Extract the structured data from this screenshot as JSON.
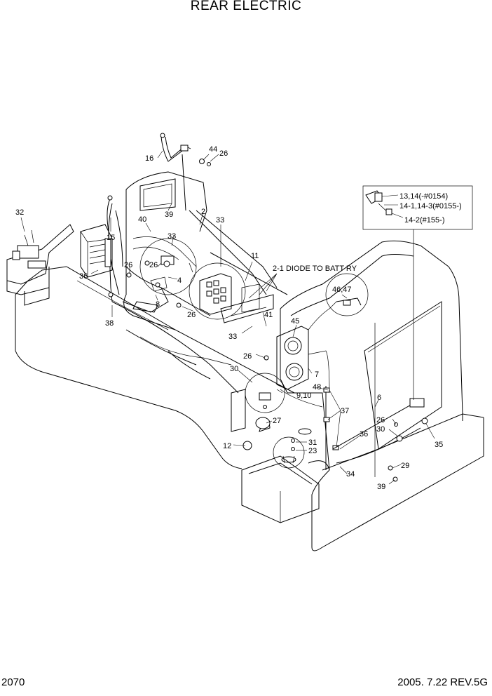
{
  "title": "REAR ELECTRIC",
  "page_number": "2070",
  "revision": "2005. 7.22  REV.5G",
  "callouts": {
    "c16": "16",
    "c44": "44",
    "c26a": "26",
    "c2": "2",
    "c39a": "39",
    "c40": "40",
    "c33a": "33",
    "c33b": "33",
    "c32": "32",
    "c15": "15",
    "c36a": "36",
    "c26b": "26",
    "c26c": "26",
    "c4": "4",
    "c8": "8",
    "c38": "38",
    "c26d": "26",
    "c11": "11",
    "c2_1": "2-1  DIODE TO BATT RY",
    "c41": "41",
    "c33c": "33",
    "c26e": "26",
    "c45": "45",
    "c46_47": "46,47",
    "c7": "7",
    "c30a": "30",
    "c48": "48",
    "c9_10": "9,10",
    "c37": "37",
    "c6": "6",
    "c26f": "26",
    "c30b": "30",
    "c36b": "36",
    "c27": "27",
    "c12": "12",
    "c31": "31",
    "c23": "23",
    "c35": "35",
    "c29": "29",
    "c34": "34",
    "c39b": "39"
  },
  "inset": {
    "line1": "13,14(-#0154)",
    "line2": "14-1,14-3(#0155-)",
    "line3": "14-2(#155-)"
  }
}
